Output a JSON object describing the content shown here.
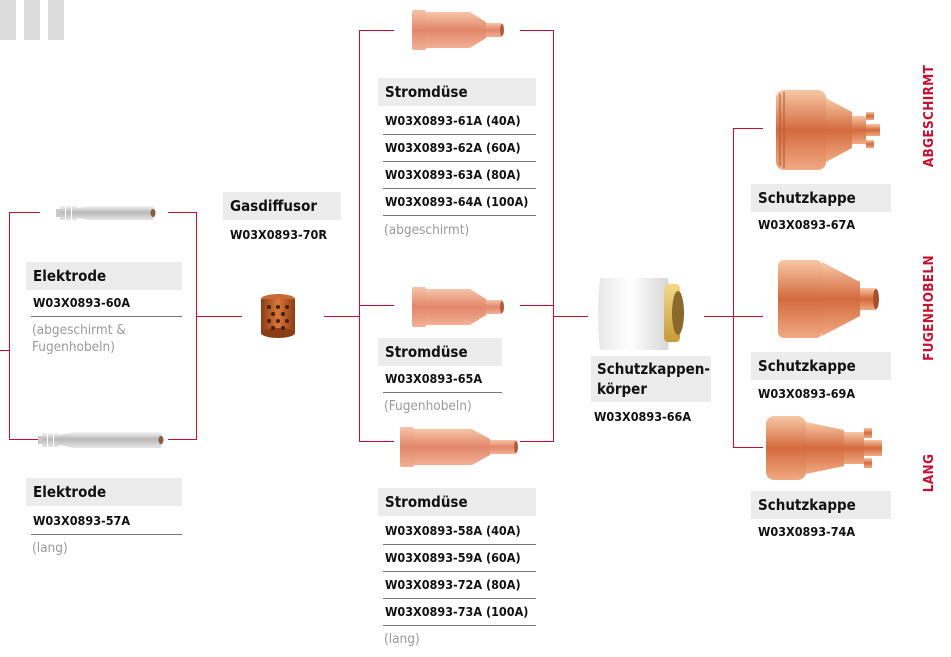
{
  "electrode_60": {
    "title": "Elektrode",
    "code": "W03X0893-60A",
    "note_1": "(abgeschirmt &",
    "note_2": "Fugenhobeln)"
  },
  "electrode_57": {
    "title": "Elektrode",
    "code": "W03X0893-57A",
    "note": "(lang)"
  },
  "gas_diffuser": {
    "title": "Gasdiffusor",
    "code": "W03X0893-70R"
  },
  "nozzle_shielded": {
    "title": "Stromdüse",
    "codes": [
      "W03X0893-61A (40A)",
      "W03X0893-62A (60A)",
      "W03X0893-63A (80A)",
      "W03X0893-64A (100A)"
    ],
    "note": "(abgeschirmt)"
  },
  "nozzle_gouging": {
    "title": "Stromdüse",
    "code": "W03X0893-65A",
    "note": "(Fugenhobeln)"
  },
  "nozzle_long": {
    "title": "Stromdüse",
    "codes": [
      "W03X0893-58A (40A)",
      "W03X0893-59A (60A)",
      "W03X0893-72A (80A)",
      "W03X0893-73A (100A)"
    ],
    "note": "(lang)"
  },
  "shield_cup_body": {
    "title_1": "Schutzkappen-",
    "title_2": "körper",
    "code": "W03X0893-66A"
  },
  "shield_cap_67": {
    "title": "Schutzkappe",
    "code": "W03X0893-67A"
  },
  "shield_cap_69": {
    "title": "Schutzkappe",
    "code": "W03X0893-69A"
  },
  "shield_cap_74": {
    "title": "Schutzkappe",
    "code": "W03X0893-74A"
  },
  "side_labels": {
    "shielded": "ABGESCHIRMT",
    "gouging": "FUGENHOBELN",
    "long": "LANG"
  },
  "colors": {
    "accent": "#c8102e",
    "header_bg": "#ececec",
    "note": "#9a9a9a",
    "copper": "#e07a4f"
  }
}
